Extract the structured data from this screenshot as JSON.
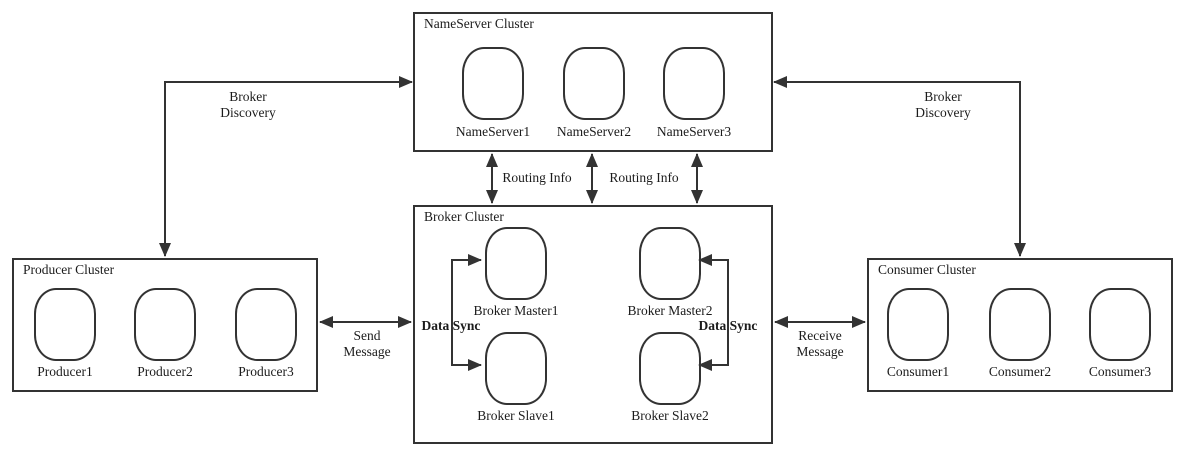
{
  "canvas": {
    "background": "#ffffff",
    "line_color": "#333333",
    "text_color": "#1b1b1b"
  },
  "clusters": {
    "nameserver": {
      "title": "NameServer Cluster",
      "nodes": [
        "NameServer1",
        "NameServer2",
        "NameServer3"
      ]
    },
    "broker": {
      "title": "Broker Cluster",
      "nodes": [
        "Broker Master1",
        "Broker Master2",
        "Broker Slave1",
        "Broker Slave2"
      ]
    },
    "producer": {
      "title": "Producer Cluster",
      "nodes": [
        "Producer1",
        "Producer2",
        "Producer3"
      ]
    },
    "consumer": {
      "title": "Consumer Cluster",
      "nodes": [
        "Consumer1",
        "Consumer2",
        "Consumer3"
      ]
    }
  },
  "edge_labels": {
    "broker_discovery_left": "Broker\nDiscovery",
    "broker_discovery_right": "Broker\nDiscovery",
    "routing_info_left": "Routing Info",
    "routing_info_right": "Routing Info",
    "send_message": "Send\nMessage",
    "receive_message": "Receive\nMessage",
    "data_sync_left": "Data Sync",
    "data_sync_right": "Data Sync"
  }
}
